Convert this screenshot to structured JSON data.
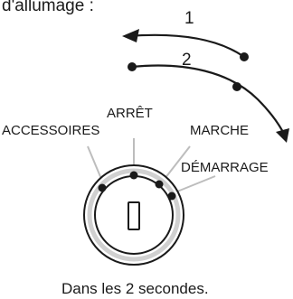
{
  "header_text": "d'allumage :",
  "arrows": {
    "arrow_1_label": "1",
    "arrow_2_label": "2"
  },
  "positions": {
    "accessoires": "ACCESSOIRES",
    "arret": "ARRÊT",
    "marche": "MARCHE",
    "demarrage": "DÉMARRAGE"
  },
  "caption": "Dans les 2 secondes.",
  "colors": {
    "ink": "#1a1a1a",
    "leader": "#bdbdbd",
    "background": "#ffffff"
  }
}
